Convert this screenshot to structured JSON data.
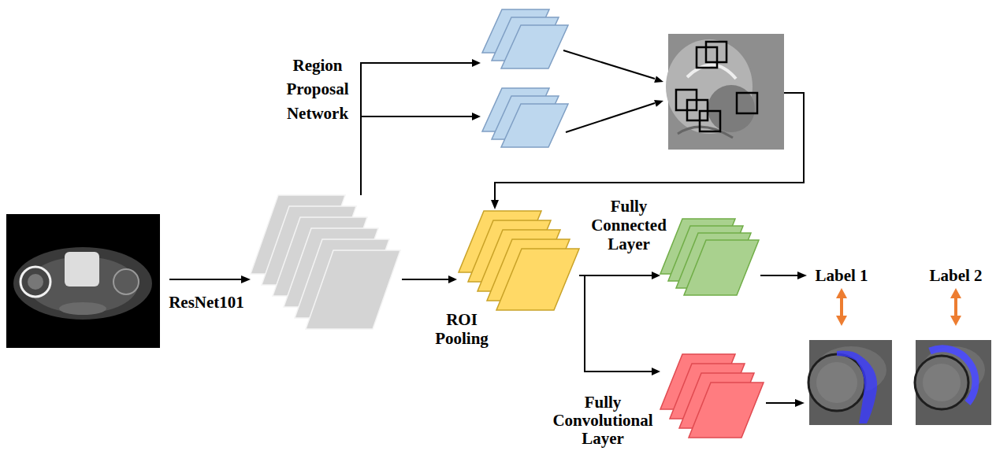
{
  "diagram": {
    "nodes": [
      {
        "text": [
          "ResNet101"
        ]
      },
      {
        "text": [
          "Region Proposal Network"
        ]
      },
      {
        "text": [
          "ROI Pooling"
        ]
      },
      {
        "text": [
          "Fully Connected Layer"
        ]
      },
      {
        "text": [
          "Fully Convolutional Layer"
        ]
      }
    ],
    "edges": [
      {
        "from": 0,
        "to": 1,
        "arrow": "to"
      },
      {
        "from": 0,
        "to": 2,
        "arrow": "to"
      },
      {
        "from": 2,
        "to": 3,
        "arrow": "to"
      },
      {
        "from": 2,
        "to": 4,
        "arrow": "to"
      }
    ],
    "labels": [
      "Label 1",
      "Label 2"
    ]
  }
}
